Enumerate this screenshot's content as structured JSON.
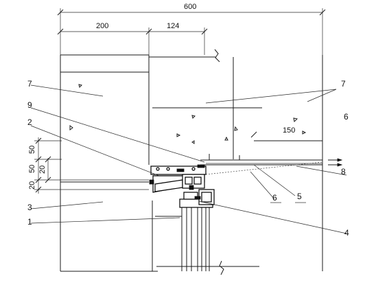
{
  "dimensions": {
    "total": "600",
    "left": "200",
    "mid": "124",
    "inner": "150",
    "v1": "50",
    "v2": "50",
    "v3": "20",
    "v4": "20"
  },
  "labels": {
    "n1": "1",
    "n2": "2",
    "n3": "3",
    "n4": "4",
    "n5": "5",
    "n6a": "6",
    "n6b": "6",
    "n7a": "7",
    "n7b": "7",
    "n8": "8",
    "n9": "9"
  }
}
